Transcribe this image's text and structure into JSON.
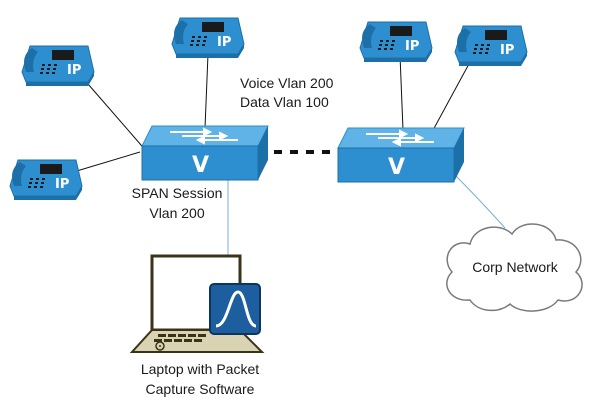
{
  "phones": [
    {
      "label": "IP"
    },
    {
      "label": "IP"
    },
    {
      "label": "IP"
    },
    {
      "label": "IP"
    },
    {
      "label": "IP"
    }
  ],
  "switches": [
    {
      "label": "V"
    },
    {
      "label": "V"
    }
  ],
  "labels": {
    "vlan_line1": "Voice Vlan 200",
    "vlan_line2": "Data Vlan 100",
    "span_line1": "SPAN Session",
    "span_line2": "Vlan 200",
    "laptop_line1": "Laptop with Packet",
    "laptop_line2": "Capture Software",
    "cloud": "Corp Network"
  },
  "colors": {
    "device_blue": "#2e8fd0",
    "device_dark": "#1d6fa8",
    "device_light": "#5fb3e6",
    "link_dark": "#111111",
    "link_blue": "#7aaed8",
    "trunk": "#111111"
  }
}
